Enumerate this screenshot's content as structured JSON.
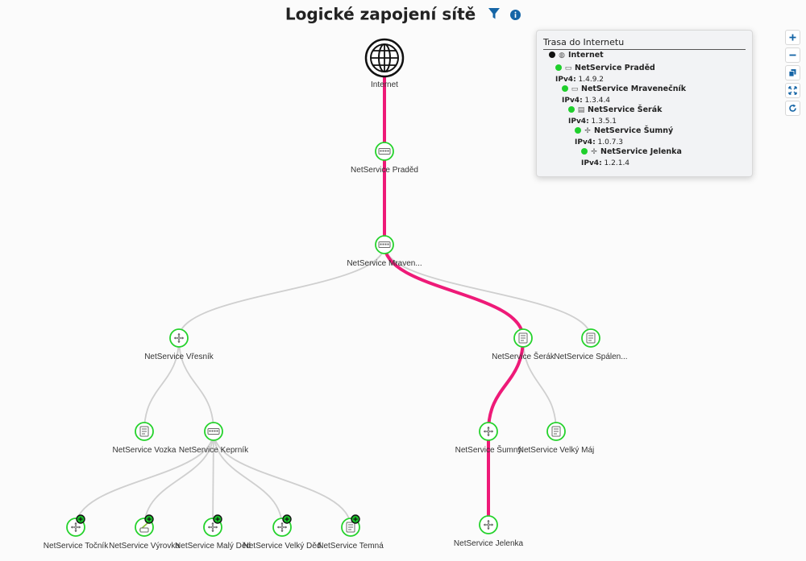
{
  "title": "Logické zapojení sítě",
  "icons": {
    "filter": "filter-icon",
    "info": "info-icon"
  },
  "colors": {
    "route": "#ee1a78",
    "link": "#cfcfcf",
    "node_ring": "#25d22c",
    "badge": "#18c028",
    "accent": "#1565a6"
  },
  "nodes": [
    {
      "id": "internet",
      "label": "Internet",
      "icon": "globe-icon"
    },
    {
      "id": "pradd",
      "label": "NetService Praděd",
      "icon": "switch-icon"
    },
    {
      "id": "mrav",
      "label": "NetService Mraven...",
      "icon": "switch-icon"
    },
    {
      "id": "vres",
      "label": "NetService Vřesník",
      "icon": "router-icon"
    },
    {
      "id": "serak",
      "label": "NetService Šerák",
      "icon": "server-icon"
    },
    {
      "id": "spalen",
      "label": "NetService Spálen...",
      "icon": "server-icon"
    },
    {
      "id": "vozka",
      "label": "NetService Vozka",
      "icon": "server-icon"
    },
    {
      "id": "kepr",
      "label": "NetService Keprník",
      "icon": "switch-icon"
    },
    {
      "id": "sumny",
      "label": "NetService Šumný",
      "icon": "router-icon"
    },
    {
      "id": "velkymaj",
      "label": "NetService Velký Máj",
      "icon": "server-icon"
    },
    {
      "id": "tocnik",
      "label": "NetService Točník",
      "icon": "router-icon"
    },
    {
      "id": "vyrovka",
      "label": "NetService Výrovka",
      "icon": "wifi-icon"
    },
    {
      "id": "malyded",
      "label": "NetService Malý Děd",
      "icon": "router-icon"
    },
    {
      "id": "velkyded",
      "label": "NetService Velký Děd",
      "icon": "router-icon"
    },
    {
      "id": "temna",
      "label": "NetService Temná",
      "icon": "server-icon"
    },
    {
      "id": "jelenka",
      "label": "NetService Jelenka",
      "icon": "router-icon"
    }
  ],
  "edges": [
    {
      "from": "internet",
      "to": "pradd",
      "route": true
    },
    {
      "from": "pradd",
      "to": "mrav",
      "route": true
    },
    {
      "from": "mrav",
      "to": "vres",
      "route": false
    },
    {
      "from": "mrav",
      "to": "serak",
      "route": true
    },
    {
      "from": "mrav",
      "to": "spalen",
      "route": false
    },
    {
      "from": "vres",
      "to": "vozka",
      "route": false
    },
    {
      "from": "vres",
      "to": "kepr",
      "route": false
    },
    {
      "from": "serak",
      "to": "sumny",
      "route": true
    },
    {
      "from": "serak",
      "to": "velkymaj",
      "route": false
    },
    {
      "from": "kepr",
      "to": "tocnik",
      "route": false
    },
    {
      "from": "kepr",
      "to": "vyrovka",
      "route": false
    },
    {
      "from": "kepr",
      "to": "malyded",
      "route": false
    },
    {
      "from": "kepr",
      "to": "velkyded",
      "route": false
    },
    {
      "from": "kepr",
      "to": "temna",
      "route": false
    },
    {
      "from": "sumny",
      "to": "jelenka",
      "route": true
    }
  ],
  "route_panel": {
    "title": "Trasa do Internetu",
    "ip_label": "IPv4:",
    "hops": [
      {
        "name": "Internet",
        "icon": "globe-icon",
        "status": "black",
        "ip": ""
      },
      {
        "name": "NetService Praděd",
        "icon": "switch-icon",
        "status": "green",
        "ip": "1.4.9.2"
      },
      {
        "name": "NetService Mravenečník",
        "icon": "switch-icon",
        "status": "green",
        "ip": "1.3.4.4"
      },
      {
        "name": "NetService Šerák",
        "icon": "server-icon",
        "status": "green",
        "ip": "1.3.5.1"
      },
      {
        "name": "NetService Šumný",
        "icon": "router-icon",
        "status": "green",
        "ip": "1.0.7.3"
      },
      {
        "name": "NetService Jelenka",
        "icon": "router-icon",
        "status": "green",
        "ip": "1.2.1.4"
      }
    ]
  },
  "controls": [
    {
      "name": "zoom-in-icon"
    },
    {
      "name": "zoom-out-icon"
    },
    {
      "name": "copy-icon"
    },
    {
      "name": "fit-icon"
    },
    {
      "name": "refresh-icon"
    }
  ]
}
